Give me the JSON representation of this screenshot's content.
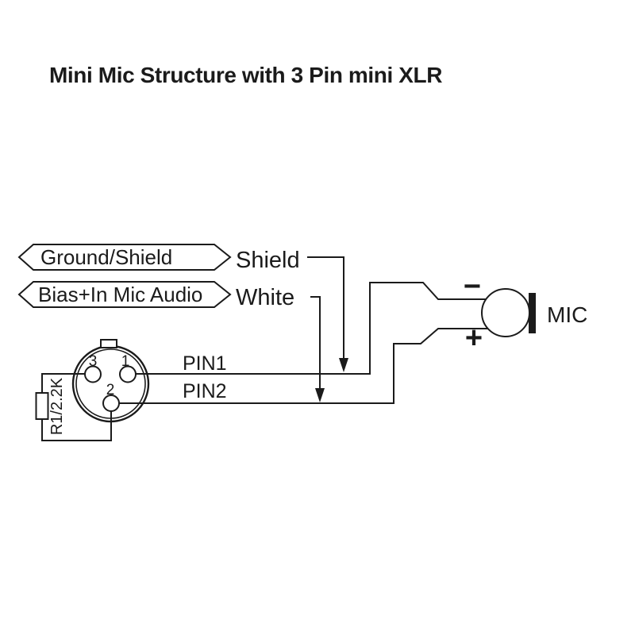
{
  "title": "Mini Mic Structure with 3 Pin mini XLR",
  "colors": {
    "ink": "#1b1b1b",
    "background": "#ffffff"
  },
  "callouts": {
    "ground": {
      "label": "Ground/Shield",
      "wire_name": "Shield",
      "connects_to": "PIN1"
    },
    "bias": {
      "label": "Bias+In Mic Audio",
      "wire_name": "White",
      "connects_to": "PIN2"
    }
  },
  "connector": {
    "pins": [
      {
        "number": "1",
        "wire_label": "PIN1"
      },
      {
        "number": "2",
        "wire_label": "PIN2"
      },
      {
        "number": "3"
      }
    ],
    "resistor_label": "R1/2.2K"
  },
  "mic": {
    "label": "MIC",
    "negative_terminal": "−",
    "positive_terminal": "+"
  }
}
